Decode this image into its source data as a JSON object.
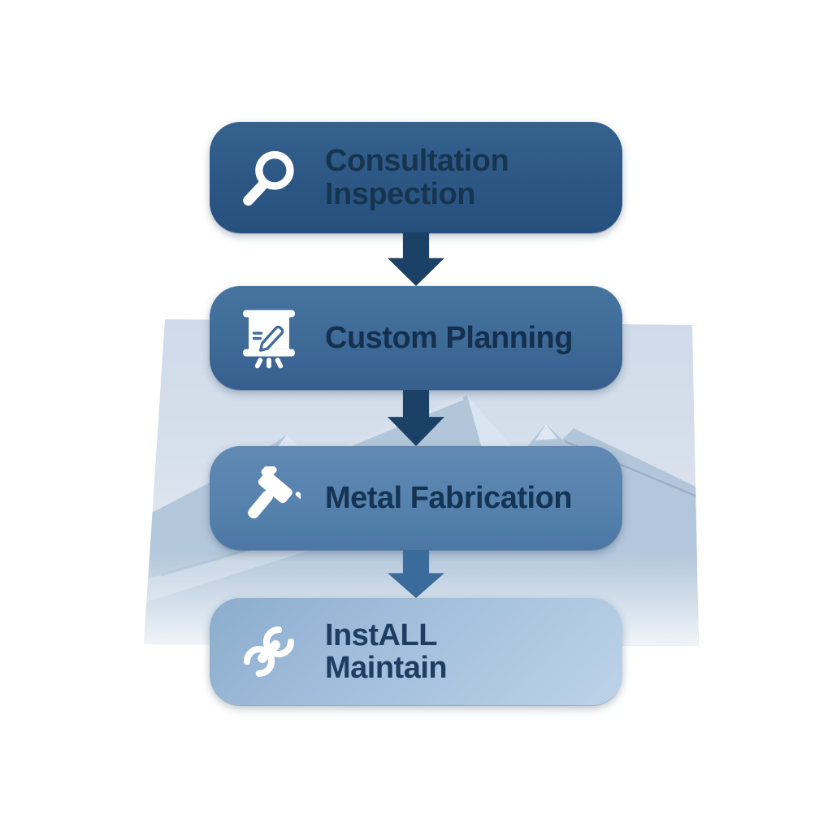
{
  "page": {
    "background_color": "#ffffff"
  },
  "flowchart": {
    "steps": [
      {
        "line1": "Consultation",
        "line2": "Inspection",
        "icon": "magnifier-icon",
        "fill_color": "#2e5b8c",
        "text_color": "#17344f"
      },
      {
        "line1": "Custom Planning",
        "line2": "",
        "icon": "presentation-board-icon",
        "fill_color": "#406d9c",
        "text_color": "#14304e"
      },
      {
        "line1": "Metal Fabrication",
        "line2": "",
        "icon": "hammer-icon",
        "fill_color": "#5682ae",
        "text_color": "#153352"
      },
      {
        "line1": "InstALL",
        "line2": "Maintain",
        "icon": "wrench-icon",
        "fill_color": "#a5c1de",
        "text_color": "#1e3d62"
      }
    ],
    "arrows": [
      {
        "direction": "down",
        "color": "#1c4166"
      },
      {
        "direction": "down",
        "color": "#1c4166"
      },
      {
        "direction": "down",
        "color": "#3a6b9b"
      }
    ],
    "background_panel": {
      "sky_color": "#cfdbe9",
      "fade_color": "#eef3f8",
      "mountain_color": "#aec3d8",
      "snow_color": "#e0e9f3"
    }
  }
}
